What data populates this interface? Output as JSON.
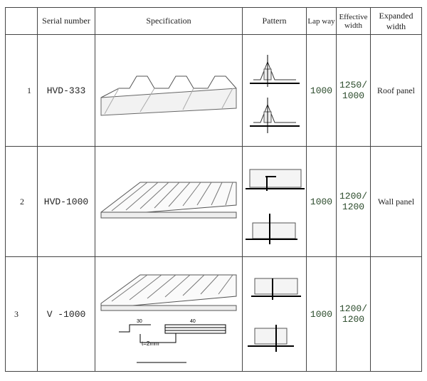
{
  "headers": {
    "index": "",
    "serial": "Serial number",
    "spec": "Specification",
    "pattern": "Pattern",
    "lap": "Lap way",
    "effective": "Effective width",
    "expanded": "Expanded width"
  },
  "rows": [
    {
      "index": "1",
      "serial": "HVD-333",
      "lap": "1000",
      "effective_top": "1250/",
      "effective_bottom": "1000",
      "expanded": "Roof panel"
    },
    {
      "index": "2",
      "serial": "HVD-1000",
      "lap": "1000",
      "effective_top": "1200/",
      "effective_bottom": "1200",
      "expanded": "Wall panel"
    },
    {
      "index": "3",
      "serial": "V -1000",
      "lap": "1000",
      "effective_top": "1200/",
      "effective_bottom": "1200",
      "expanded": ""
    }
  ],
  "detail_labels": {
    "thickness": "t=2mm",
    "dim_a": "30",
    "dim_b": "40"
  }
}
